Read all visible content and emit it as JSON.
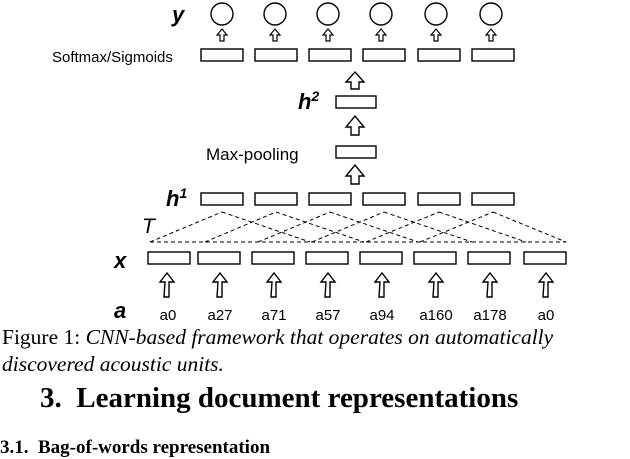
{
  "figure": {
    "labels": {
      "y": "y",
      "h2_base": "h",
      "h2_sup": "2",
      "h1_base": "h",
      "h1_sup": "1",
      "t": "T",
      "x": "x",
      "a": "a",
      "softmax": "Softmax/Sigmoids",
      "maxpool": "Max-pooling"
    },
    "acoustic_units": [
      "a0",
      "a27",
      "a71",
      "a57",
      "a94",
      "a160",
      "a178",
      "a0"
    ]
  },
  "caption": {
    "prefix": "Figure 1:",
    "line1": "CNN-based framework that operates on automatically",
    "line2": "discovered acoustic units."
  },
  "section": {
    "number": "3.",
    "title": "Learning document representations"
  },
  "subsection": {
    "number": "3.1.",
    "title": "Bag-of-words representation"
  }
}
